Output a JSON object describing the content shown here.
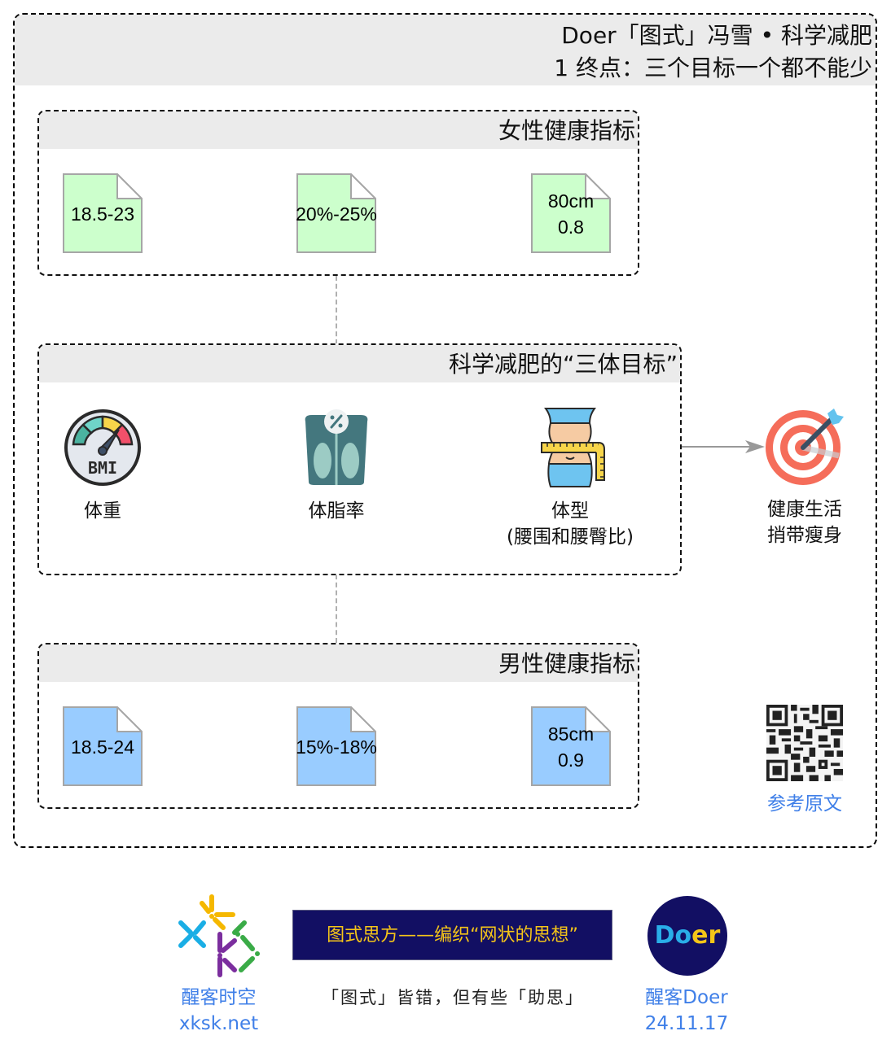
{
  "title": {
    "line1": "Doer「图式」冯雪 • 科学减肥",
    "line2": "1 终点：三个目标一个都不能少"
  },
  "female_group": {
    "title": "女性健康指标",
    "color": "#ccffcc",
    "docs": [
      {
        "text": "18.5-23"
      },
      {
        "text": "20%-25%"
      },
      {
        "text": "80cm\n0.8"
      }
    ]
  },
  "center_group": {
    "title": "科学减肥的“三体目标”",
    "items": [
      {
        "icon": "bmi-gauge-icon",
        "label": "体重"
      },
      {
        "icon": "body-fat-scale-icon",
        "label": "体脂率"
      },
      {
        "icon": "waist-measure-icon",
        "label": "体型\n(腰围和腰臀比)"
      }
    ]
  },
  "goal": {
    "icon": "target-arrow-icon",
    "label": "健康生活\n捎带瘦身"
  },
  "male_group": {
    "title": "男性健康指标",
    "color": "#99ccff",
    "docs": [
      {
        "text": "18.5-24"
      },
      {
        "text": "15%-18%"
      },
      {
        "text": "85cm\n0.9"
      }
    ]
  },
  "reference": {
    "icon": "qr-code-icon",
    "label": "参考原文"
  },
  "footer": {
    "left_logo": "xksk-logo-icon",
    "left_caption_line1": "醒客时空",
    "left_caption_line2": "xksk.net",
    "banner_text": "图式思方——编织“网状的思想”",
    "motto": "「图式」皆错，但有些「助思」",
    "right_logo_text_blue": "Do",
    "right_logo_text_yellow": "er",
    "right_caption_line1": "醒客Doer",
    "right_caption_line2": "24.11.17"
  },
  "colors": {
    "header_bg": "#ebebeb",
    "female_doc": "#ccffcc",
    "male_doc": "#99ccff",
    "link": "#3f7fe8",
    "banner_bg": "#120f63",
    "banner_text": "#f5c518"
  }
}
